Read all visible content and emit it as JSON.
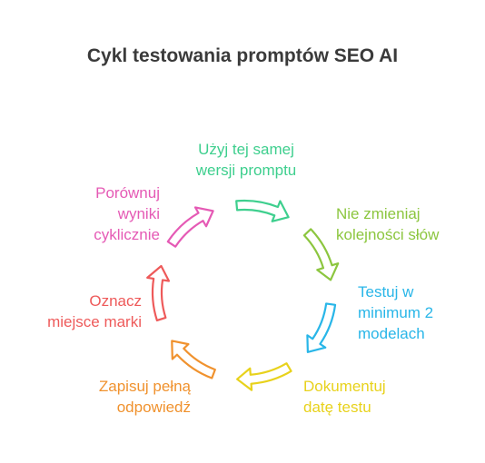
{
  "title": "Cykl testowania promptów SEO AI",
  "steps": [
    {
      "lines": [
        "Użyj tej samej",
        "wersji promptu"
      ],
      "color": "#3ecf8e",
      "dark": "#2fae73"
    },
    {
      "lines": [
        "Nie zmieniaj",
        "kolejności słów"
      ],
      "color": "#8cc63f",
      "dark": "#6fa52a"
    },
    {
      "lines": [
        "Testuj w",
        "minimum 2",
        "modelach"
      ],
      "color": "#29b6e8",
      "dark": "#1a93c2"
    },
    {
      "lines": [
        "Dokumentuj",
        "datę testu"
      ],
      "color": "#e8d21c",
      "dark": "#c2ae0e"
    },
    {
      "lines": [
        "Zapisuj pełną",
        "odpowiedź"
      ],
      "color": "#f0922e",
      "dark": "#cc741a"
    },
    {
      "lines": [
        "Oznacz",
        "miejsce marki"
      ],
      "color": "#ee5a5a",
      "dark": "#c93e3e"
    },
    {
      "lines": [
        "Porównuj",
        "wyniki",
        "cyklicznie"
      ],
      "color": "#e55ab5",
      "dark": "#c13c93"
    }
  ]
}
